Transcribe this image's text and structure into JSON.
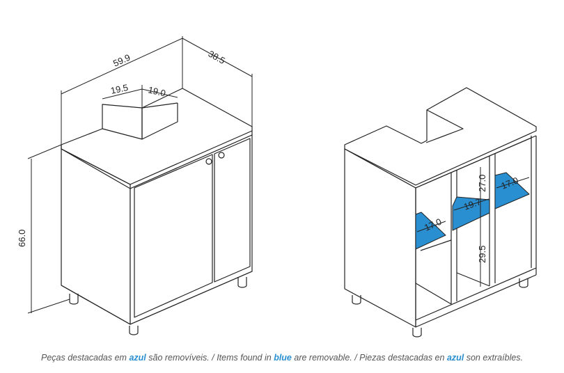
{
  "dimensions": {
    "width": "59.9",
    "depth": "38.5",
    "cutout_width": "19.5",
    "cutout_depth": "19.0",
    "height": "66.0",
    "shelf_left_depth": "17.0",
    "shelf_mid_width": "19.7",
    "shelf_right_depth": "17.0",
    "upper_clearance": "27.0",
    "lower_clearance": "29.5"
  },
  "caption": {
    "pt_start": "Peças destacadas em ",
    "pt_word": "azul",
    "pt_end": " são removíveis. / Items found in ",
    "en_word": "blue",
    "en_end": " are removable. / Piezas destacadas en ",
    "es_word": "azul",
    "es_end": " son extraíbles."
  },
  "colors": {
    "removable": "#2a8fd0",
    "line": "#222222"
  }
}
